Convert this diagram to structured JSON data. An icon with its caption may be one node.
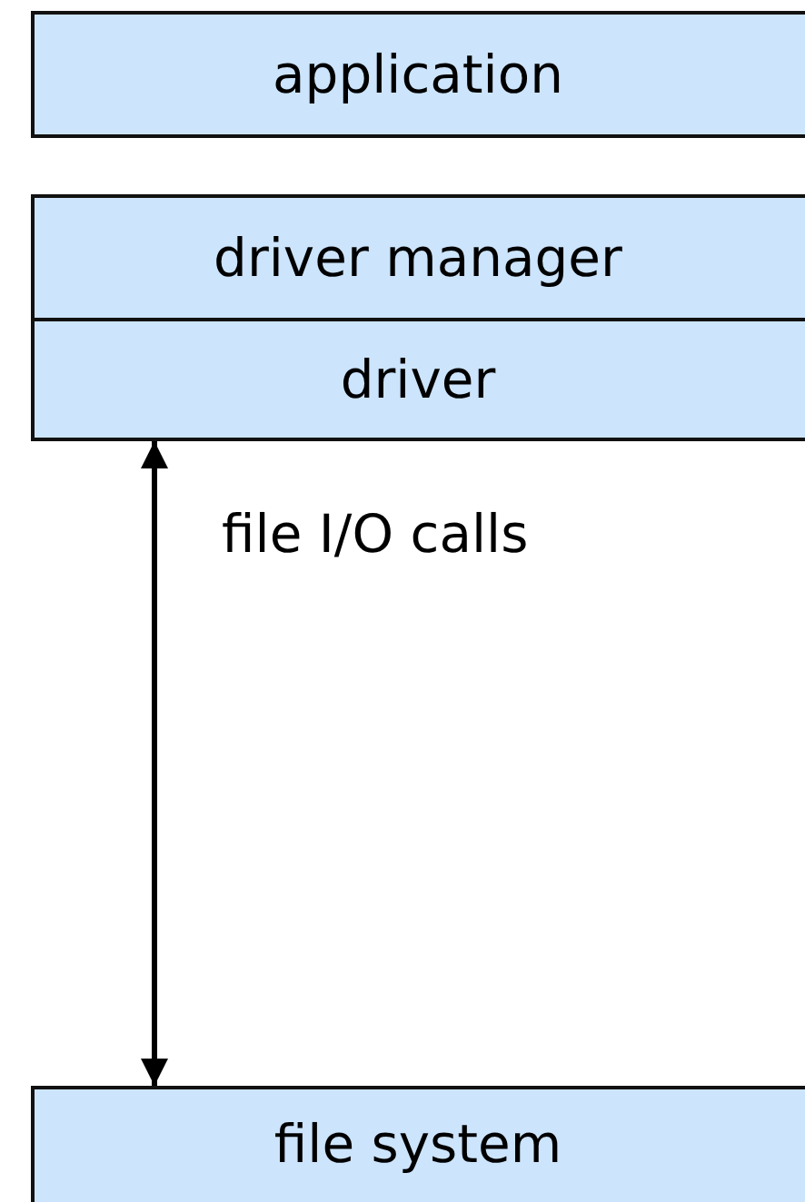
{
  "diagram": {
    "nodes": [
      {
        "text": [
          "application"
        ]
      },
      {
        "text": [
          "driver manager"
        ]
      },
      {
        "text": [
          "driver"
        ]
      },
      {
        "text": [
          "file system"
        ]
      }
    ],
    "edges": [
      {
        "from": 2,
        "to": 3,
        "arrow": "both",
        "label": "file I/O calls"
      }
    ]
  }
}
